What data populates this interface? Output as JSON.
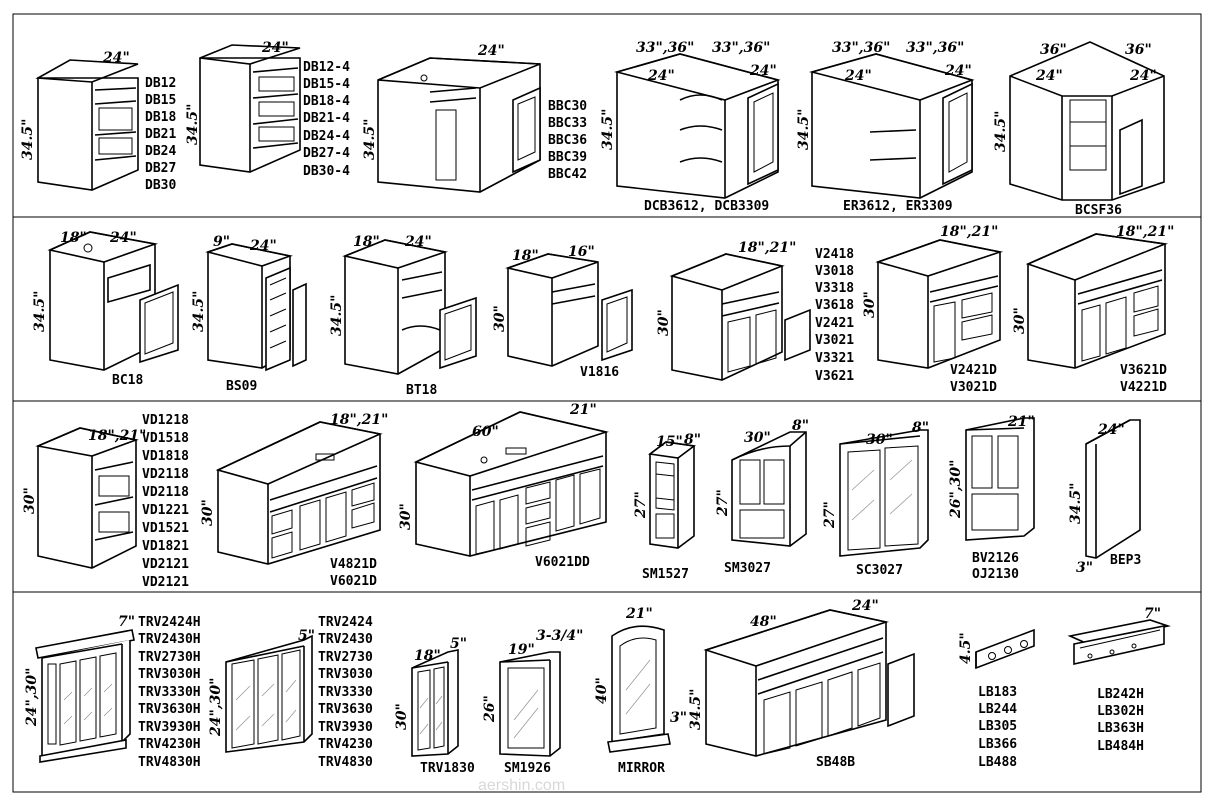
{
  "watermark": "aershin.com",
  "rows": [
    {
      "items": [
        {
          "dims": [
            "24\"",
            "34.5\""
          ],
          "codes": [
            "DB12",
            "DB15",
            "DB18",
            "DB21",
            "DB24",
            "DB27",
            "DB30"
          ]
        },
        {
          "dims": [
            "24\"",
            "34.5\""
          ],
          "codes": [
            "DB12-4",
            "DB15-4",
            "DB18-4",
            "DB21-4",
            "DB24-4",
            "DB27-4",
            "DB30-4"
          ]
        },
        {
          "dims": [
            "24\"",
            "34.5\""
          ],
          "codes": [
            "BBC30",
            "BBC33",
            "BBC36",
            "BBC39",
            "BBC42"
          ]
        },
        {
          "dims": [
            "33\",36\"",
            "33\",36\"",
            "24\"",
            "24\"",
            "34.5\""
          ],
          "codes": [
            "DCB3612, DCB3309"
          ]
        },
        {
          "dims": [
            "33\",36\"",
            "33\",36\"",
            "24\"",
            "24\"",
            "34.5\""
          ],
          "codes": [
            "ER3612, ER3309"
          ]
        },
        {
          "dims": [
            "36\"",
            "36\"",
            "24\"",
            "24\"",
            "34.5\""
          ],
          "codes": [
            "BCSF36"
          ]
        }
      ]
    },
    {
      "items": [
        {
          "dims": [
            "18\"",
            "24\"",
            "34.5\""
          ],
          "codes": [
            "BC18"
          ]
        },
        {
          "dims": [
            "9\"",
            "24\"",
            "34.5\""
          ],
          "codes": [
            "BS09"
          ]
        },
        {
          "dims": [
            "18\"",
            "24\"",
            "34.5\""
          ],
          "codes": [
            "BT18"
          ]
        },
        {
          "dims": [
            "18\"",
            "16\"",
            "30\""
          ],
          "codes": [
            "V1816"
          ]
        },
        {
          "dims": [
            "18\",21\"",
            "30\""
          ],
          "codes": [
            "V2418",
            "V3018",
            "V3318",
            "V3618",
            "V2421",
            "V3021",
            "V3321",
            "V3621"
          ]
        },
        {
          "dims": [
            "18\",21\"",
            "30\""
          ],
          "codes": [
            "V2421D",
            "V3021D"
          ]
        },
        {
          "dims": [
            "18\",21\"",
            "30\""
          ],
          "codes": [
            "V3621D",
            "V4221D"
          ]
        }
      ]
    },
    {
      "items": [
        {
          "dims": [
            "18\",21\"",
            "30\""
          ],
          "codes": [
            "VD1218",
            "VD1518",
            "VD1818",
            "VD2118",
            "VD2118",
            "VD1221",
            "VD1521",
            "VD1821",
            "VD2121",
            "VD2121"
          ]
        },
        {
          "dims": [
            "18\",21\"",
            "30\""
          ],
          "codes": [
            "V4821D",
            "V6021D"
          ]
        },
        {
          "dims": [
            "60\"",
            "21\"",
            "30\""
          ],
          "codes": [
            "V6021DD"
          ]
        },
        {
          "dims": [
            "15\"",
            "8\"",
            "27\""
          ],
          "codes": [
            "SM1527"
          ]
        },
        {
          "dims": [
            "30\"",
            "8\"",
            "27\""
          ],
          "codes": [
            "SM3027"
          ]
        },
        {
          "dims": [
            "30\"",
            "8\"",
            "27\""
          ],
          "codes": [
            "SC3027"
          ]
        },
        {
          "dims": [
            "21\"",
            "26\",30\""
          ],
          "codes": [
            "BV2126",
            "OJ2130"
          ]
        },
        {
          "dims": [
            "24\"",
            "34.5\"",
            "3\""
          ],
          "codes": [
            "BEP3"
          ]
        }
      ]
    },
    {
      "items": [
        {
          "dims": [
            "7\"",
            "24\",30\""
          ],
          "codes": [
            "TRV2424H",
            "TRV2430H",
            "TRV2730H",
            "TRV3030H",
            "TRV3330H",
            "TRV3630H",
            "TRV3930H",
            "TRV4230H",
            "TRV4830H"
          ]
        },
        {
          "dims": [
            "5\"",
            "24\",30\""
          ],
          "codes": [
            "TRV2424",
            "TRV2430",
            "TRV2730",
            "TRV3030",
            "TRV3330",
            "TRV3630",
            "TRV3930",
            "TRV4230",
            "TRV4830"
          ]
        },
        {
          "dims": [
            "18\"",
            "5\"",
            "30\""
          ],
          "codes": [
            "TRV1830"
          ]
        },
        {
          "dims": [
            "19\"",
            "3-3/4\"",
            "26\""
          ],
          "codes": [
            "SM1926"
          ]
        },
        {
          "dims": [
            "21\"",
            "40\"",
            "3\""
          ],
          "codes": [
            "MIRROR"
          ]
        },
        {
          "dims": [
            "48\"",
            "24\"",
            "34.5\""
          ],
          "codes": [
            "SB48B"
          ]
        },
        {
          "dims": [
            "4.5\""
          ],
          "codes": [
            "LB183",
            "LB244",
            "LB305",
            "LB366",
            "LB488"
          ]
        },
        {
          "dims": [
            "7\""
          ],
          "codes": [
            "LB242H",
            "LB302H",
            "LB363H",
            "LB484H"
          ]
        }
      ]
    }
  ]
}
